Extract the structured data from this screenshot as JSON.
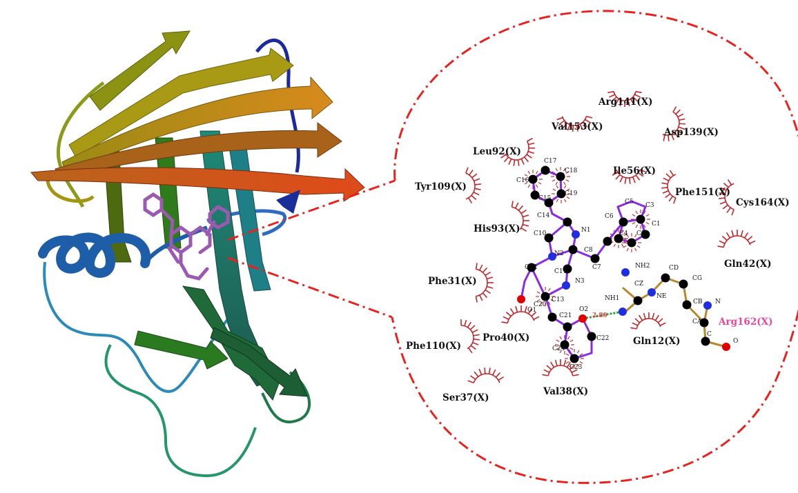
{
  "colors": {
    "callout": "#e8221f",
    "ligand_bond": "#8a2be2",
    "residue_bond": "#b8862c",
    "hbond": "#2ea043",
    "carbon": "#000000",
    "nitrogen": "#1f2fe0",
    "oxygen": "#e00000",
    "hydrophobic": "#c0262a",
    "highlight_label": "#e8479a"
  },
  "hbond_distance": "2.89",
  "residues": [
    {
      "id": "arg141",
      "label": "Arg141(X)"
    },
    {
      "id": "val153",
      "label": "Val153(X)"
    },
    {
      "id": "asp139",
      "label": "Asp139(X)"
    },
    {
      "id": "leu92",
      "label": "Leu92(X)"
    },
    {
      "id": "ile56",
      "label": "Ile56(X)"
    },
    {
      "id": "tyr109",
      "label": "Tyr109(X)"
    },
    {
      "id": "phe151",
      "label": "Phe151(X)"
    },
    {
      "id": "cys164",
      "label": "Cys164(X)"
    },
    {
      "id": "his93",
      "label": "His93(X)"
    },
    {
      "id": "gln42",
      "label": "Gln42(X)"
    },
    {
      "id": "phe31",
      "label": "Phe31(X)"
    },
    {
      "id": "pro40",
      "label": "Pro40(X)"
    },
    {
      "id": "phe110",
      "label": "Phe110(X)"
    },
    {
      "id": "gln12",
      "label": "Gln12(X)"
    },
    {
      "id": "ser37",
      "label": "Ser37(X)"
    },
    {
      "id": "val38",
      "label": "Val38(X)"
    },
    {
      "id": "arg162",
      "label": "Arg162(X)"
    }
  ],
  "atoms": {
    "c17": "C17",
    "c18": "C18",
    "c16": "C16",
    "c19": "C19",
    "c15": "C15",
    "c14": "C14",
    "c9": "C9",
    "n1": "N1",
    "c10": "C10",
    "n2": "N2",
    "c8": "C8",
    "c12": "C12",
    "c11": "C11",
    "n3": "N3",
    "o1": "O1",
    "c13": "C13",
    "c20": "C20",
    "c21": "C21",
    "o2": "O2",
    "c22": "C22",
    "c23": "C23",
    "c24": "C24",
    "c6": "C6",
    "c5": "C5",
    "c3": "C3",
    "c4": "C4",
    "c2": "C2",
    "c1": "C1",
    "c7": "C7",
    "nh2": "NH2",
    "nh1": "NH1",
    "cz": "CZ",
    "ne": "NE",
    "cd": "CD",
    "cg": "CG",
    "cb": "CB",
    "ca": "CA",
    "n": "N",
    "c": "C",
    "o": "O"
  }
}
